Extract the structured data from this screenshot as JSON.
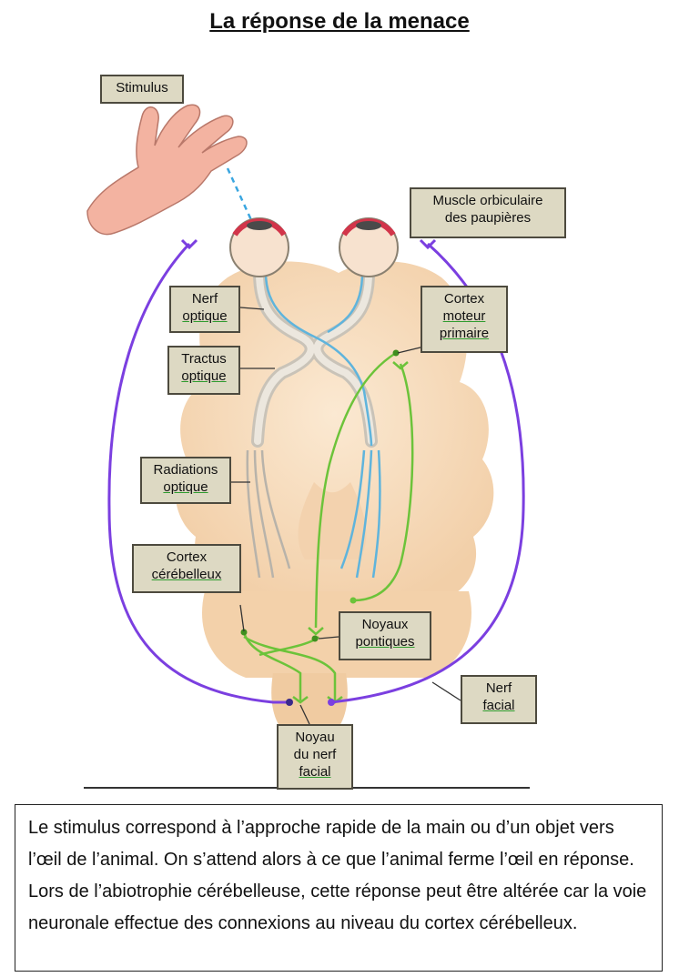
{
  "title": "La réponse de la menace",
  "labels": {
    "stimulus": "Stimulus",
    "muscle_l1": "Muscle orbiculaire",
    "muscle_l2": "des paupières",
    "nerf_optique_l1": "Nerf",
    "nerf_optique_l2": "optique",
    "tractus_l1": "Tractus",
    "tractus_l2": "optique",
    "cortex_moteur_l1": "Cortex",
    "cortex_moteur_l2": "moteur",
    "cortex_moteur_l3": "primaire",
    "radiations_l1": "Radiations",
    "radiations_l2": "optique",
    "cortex_cereb_l1": "Cortex",
    "cortex_cereb_l2": "cérébelleux",
    "noyaux_l1": "Noyaux",
    "noyaux_l2": "pontiques",
    "nerf_facial_l1": "Nerf",
    "nerf_facial_l2": "facial",
    "noyau_facial_l1": "Noyau",
    "noyau_facial_l2": "du nerf",
    "noyau_facial_l3": "facial"
  },
  "caption": "Le stimulus correspond à l’approche rapide de la main ou d’un objet vers l’œil de l’animal. On s’attend alors à ce que l’animal ferme l’œil en réponse. Lors de l’abiotrophie cérébelleuse, cette réponse peut être altérée car la voie neuronale effectue des connexions  au niveau du cortex cérébelleux.",
  "colors": {
    "visual_pathway": "#5fb4dc",
    "motor_pathway": "#6cc33a",
    "facial_nerve": "#7b3fe0",
    "label_fill": "#ddd9c3",
    "brain": "#f6dcbc"
  },
  "icons": [
    "hand-icon",
    "eye-icon"
  ]
}
